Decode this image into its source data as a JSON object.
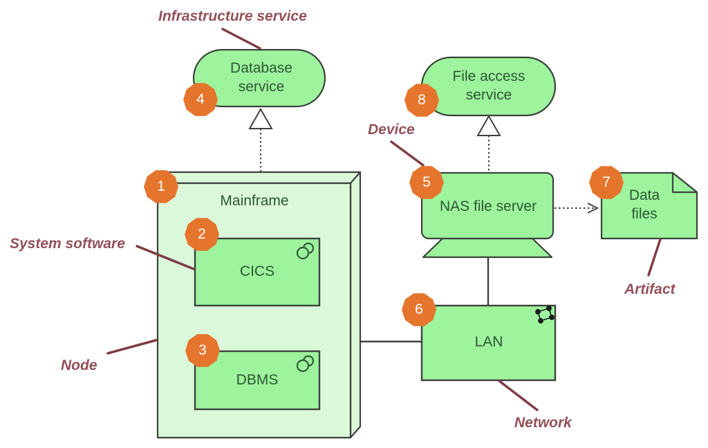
{
  "colors": {
    "shape_fill": "#9df49d",
    "node_fill": "#dcf8db",
    "shape_stroke": "#3a423c",
    "shape_text": "#2c5632",
    "annotation_text": "#93505a",
    "annotation_line": "#7e3c44",
    "connector": "#3f3f3f",
    "badge_fill": "#e5752d",
    "badge_text": "#ffffff"
  },
  "elements": {
    "database_service": {
      "label": "Database\nservice",
      "badge": "4"
    },
    "file_access_service": {
      "label": "File access\nservice",
      "badge": "8"
    },
    "mainframe": {
      "label": "Mainframe",
      "badge": "1"
    },
    "cics": {
      "label": "CICS",
      "badge": "2"
    },
    "dbms": {
      "label": "DBMS",
      "badge": "3"
    },
    "nas_file_server": {
      "label": "NAS file server",
      "badge": "5"
    },
    "lan": {
      "label": "LAN",
      "badge": "6"
    },
    "data_files": {
      "label": "Data\nfiles",
      "badge": "7"
    }
  },
  "annotations": {
    "infrastructure_service": "Infrastructure service",
    "device": "Device",
    "system_software": "System software",
    "node": "Node",
    "network": "Network",
    "artifact": "Artifact"
  }
}
